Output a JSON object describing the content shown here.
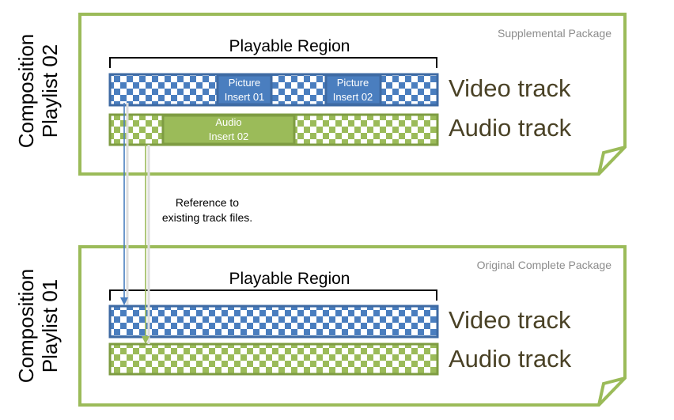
{
  "colors": {
    "blue": "#4a7ebf",
    "blue_border": "#3e6aa3",
    "green": "#9bbb59",
    "green_border": "#7e9c42",
    "label": "#4a4226",
    "pkg": "#8c8c8c"
  },
  "top": {
    "playlist_line1": "Composition",
    "playlist_line2": "Playlist 02",
    "package": "Supplemental Package",
    "region": "Playable Region",
    "picture1_line1": "Picture",
    "picture1_line2": "Insert 01",
    "picture2_line1": "Picture",
    "picture2_line2": "Insert 02",
    "audio_line1": "Audio",
    "audio_line2": "Insert 02",
    "video_label": "Video track",
    "audio_label": "Audio track"
  },
  "reference": {
    "line1": "Reference to",
    "line2": "existing track files."
  },
  "bottom": {
    "playlist_line1": "Composition",
    "playlist_line2": "Playlist 01",
    "package": "Original Complete Package",
    "region": "Playable Region",
    "video_label": "Video track",
    "audio_label": "Audio track"
  }
}
